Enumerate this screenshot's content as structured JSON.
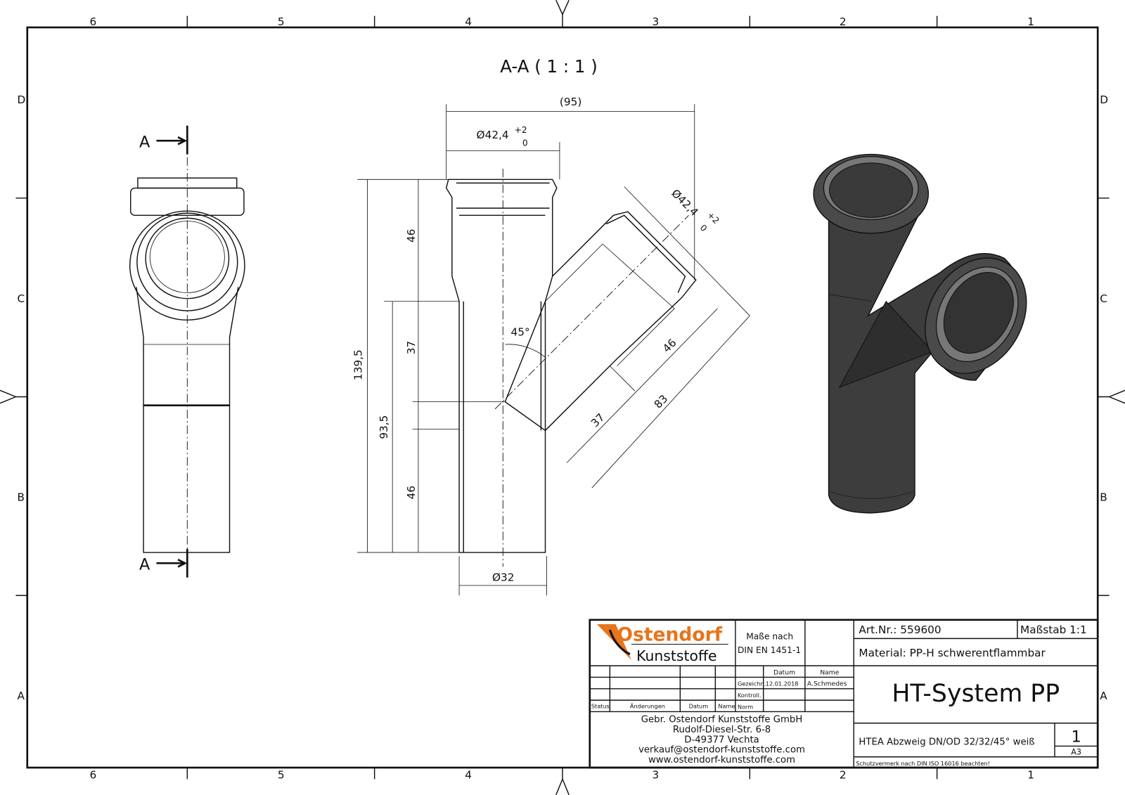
{
  "sheet": {
    "column_labels": [
      "6",
      "5",
      "4",
      "3",
      "2",
      "1"
    ],
    "row_labels": [
      "D",
      "C",
      "B",
      "A"
    ]
  },
  "section_title": "A-A ( 1 : 1 )",
  "section_marker": "A",
  "dimensions": {
    "overall_width": "(95)",
    "socket_diameter": "Ø42,4",
    "tol_plus": "+2",
    "tol_minus": "0",
    "branch_socket_diameter": "Ø42,4",
    "socket_length_top": "46",
    "mid_length": "37",
    "total_height": "139,5",
    "branch_height": "93,5",
    "bottom_length": "46",
    "angle": "45°",
    "pipe_diameter": "Ø32",
    "branch_socket_length": "46",
    "branch_mid_length": "37",
    "branch_total": "83"
  },
  "title_block": {
    "logo_top": "Ostendorf",
    "logo_bottom": "Kunststoffe",
    "standard_line1": "Maße nach",
    "standard_line2": "DIN EN 1451-1",
    "col_datum": "Datum",
    "col_name": "Name",
    "row_drawn": "Gezeichn.",
    "drawn_date": "12.01.2018",
    "drawn_name": "A.Schmedes",
    "row_checked": "Kontroll.",
    "row_norm": "Norm",
    "rev_status": "Status",
    "rev_changes": "Änderungen",
    "rev_date": "Datum",
    "rev_name": "Name",
    "address": [
      "Gebr. Ostendorf Kunststoffe GmbH",
      "Rudolf-Diesel-Str. 6-8",
      "D-49377 Vechta",
      "verkauf@ostendorf-kunststoffe.com",
      "www.ostendorf-kunststoffe.com"
    ],
    "art_nr": "Art.Nr.: 559600",
    "scale": "Maßstab 1:1",
    "material": "Material: PP-H schwerentflammbar",
    "system": "HT-System PP",
    "description": "HTEA Abzweig DN/OD 32/32/45° weiß",
    "sheet_no": "1",
    "format": "A3",
    "protection_note": "Schutzvermerk nach DIN ISO 16016 beachten!"
  },
  "colors": {
    "logo_orange": "#e8741c",
    "render_dark": "#3d3d3d"
  }
}
